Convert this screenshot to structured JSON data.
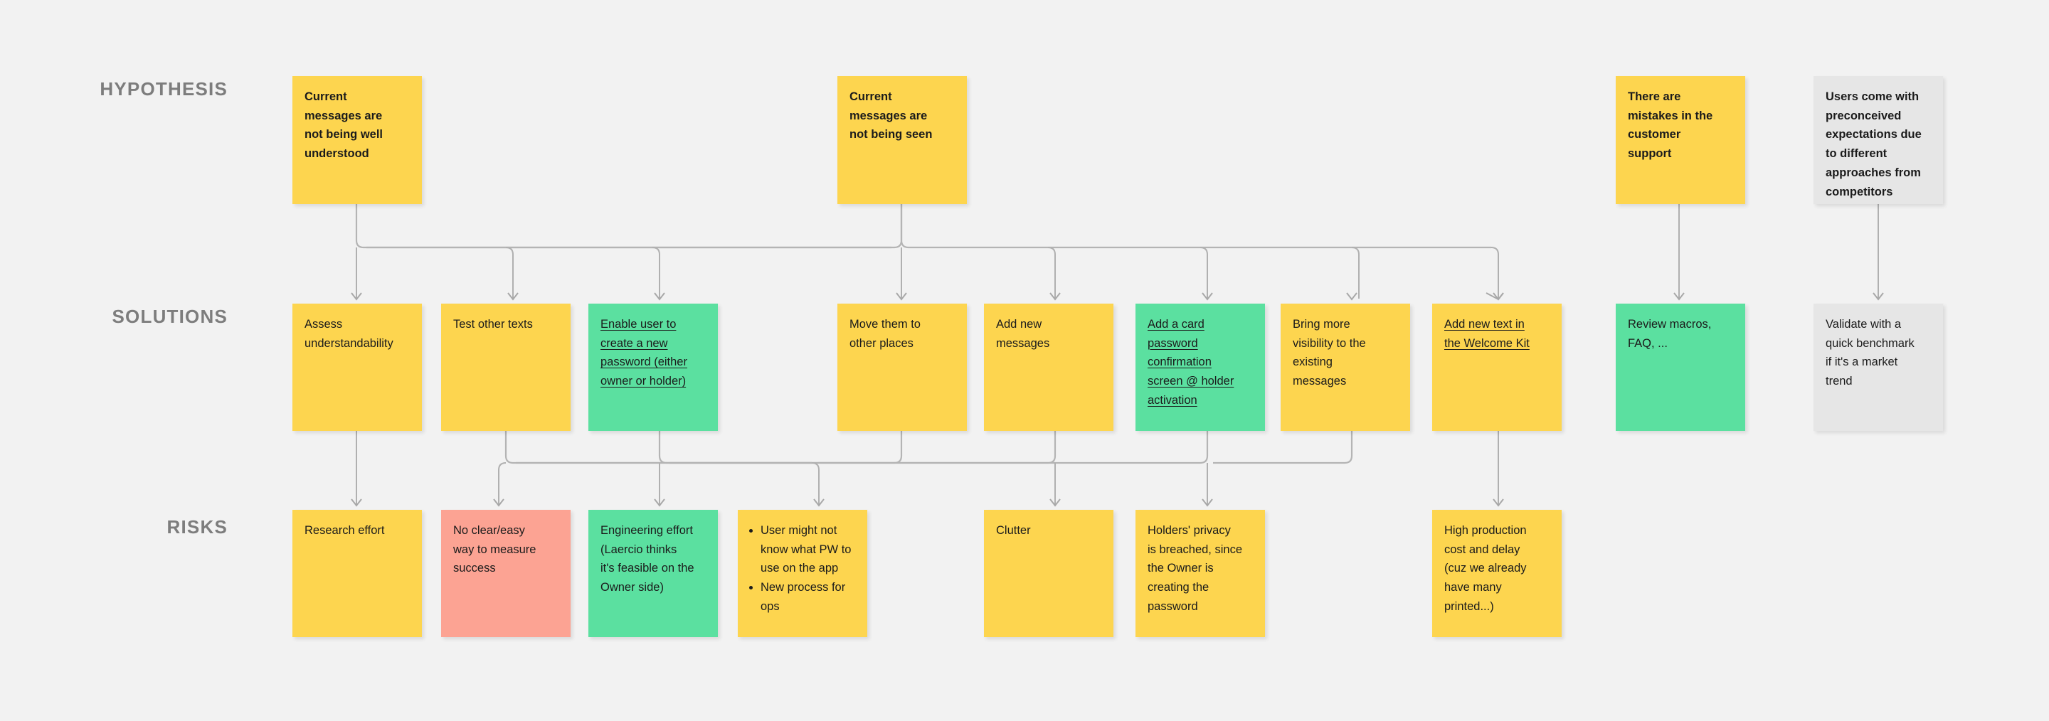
{
  "rows": {
    "hypothesis_label": "HYPOTHESIS",
    "solutions_label": "SOLUTIONS",
    "risks_label": "RISKS"
  },
  "colors": {
    "yellow": "#FDD54F",
    "green": "#5BE0A0",
    "red": "#FCA393",
    "gray": "#E6E6E6",
    "canvas": "#F2F2F2",
    "label": "#7D7D7D",
    "connector": "#B0B0B0"
  },
  "hypotheses": [
    {
      "id": "h1",
      "text": "Current\nmessages are\nnot being well\nunderstood",
      "color": "yellow",
      "bold": true
    },
    {
      "id": "h2",
      "text": "Current\nmessages are\nnot being seen",
      "color": "yellow",
      "bold": true
    },
    {
      "id": "h3",
      "text": "There are\nmistakes in the\ncustomer\nsupport",
      "color": "yellow",
      "bold": true
    },
    {
      "id": "h4",
      "text": "Users come with\npreconceived\nexpectations due\nto different\napproaches from\ncompetitors",
      "color": "gray",
      "bold": true
    }
  ],
  "solutions": [
    {
      "id": "s1",
      "text": "Assess\nunderstandability",
      "color": "yellow",
      "underline": false
    },
    {
      "id": "s2",
      "text": "Test other texts",
      "color": "yellow",
      "underline": false
    },
    {
      "id": "s3",
      "text": "Enable user to\ncreate a new\npassword (either\nowner or holder)",
      "color": "green",
      "underline": true
    },
    {
      "id": "s4",
      "text": "Move them to\nother places",
      "color": "yellow",
      "underline": false
    },
    {
      "id": "s5",
      "text": "Add new\nmessages",
      "color": "yellow",
      "underline": false
    },
    {
      "id": "s6",
      "text": "Add a card\npassword\nconfirmation\nscreen @ holder\nactivation",
      "color": "green",
      "underline": true
    },
    {
      "id": "s7",
      "text": "Bring more\nvisibility to the\nexisting\nmessages",
      "color": "yellow",
      "underline": false
    },
    {
      "id": "s8",
      "text": "Add new text in\nthe Welcome Kit",
      "color": "yellow",
      "underline": true
    },
    {
      "id": "s9",
      "text": "Review macros,\nFAQ, ...",
      "color": "green",
      "underline": false
    },
    {
      "id": "s10",
      "text": "Validate with a\nquick benchmark\nif it's a market\ntrend",
      "color": "gray",
      "underline": false
    }
  ],
  "risks": [
    {
      "id": "r1",
      "text": "Research effort",
      "color": "yellow"
    },
    {
      "id": "r2",
      "text": "No clear/easy\nway to measure\nsuccess",
      "color": "red"
    },
    {
      "id": "r3",
      "text": "Engineering effort\n(Laercio thinks\nit's feasible on the\nOwner side)",
      "color": "green"
    },
    {
      "id": "r4",
      "bullets": [
        "User might not know what PW to use on the app",
        "New process for ops"
      ],
      "color": "yellow"
    },
    {
      "id": "r5",
      "text": "Clutter",
      "color": "yellow"
    },
    {
      "id": "r6",
      "text": "Holders' privacy\nis breached, since\nthe Owner is\ncreating the\npassword",
      "color": "yellow"
    },
    {
      "id": "r7",
      "text": "High production\ncost and delay\n(cuz we already\nhave many\nprinted...)",
      "color": "yellow"
    }
  ]
}
